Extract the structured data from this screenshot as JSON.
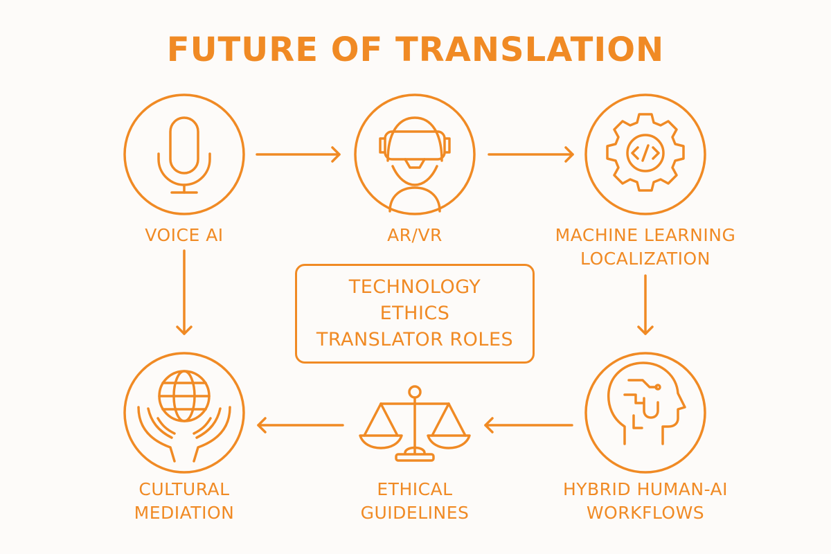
{
  "title": "FUTURE OF TRANSLATION",
  "accent_color": "#f08a24",
  "nodes": [
    {
      "id": "voice-ai",
      "icon": "microphone-icon",
      "label_lines": [
        "VOICE AI"
      ]
    },
    {
      "id": "ar-vr",
      "icon": "vr-headset-icon",
      "label_lines": [
        "AR/VR"
      ]
    },
    {
      "id": "machine-learning-localization",
      "icon": "gear-code-icon",
      "label_lines": [
        "MACHINE LEARNING",
        "LOCALIZATION"
      ]
    },
    {
      "id": "hybrid-human-ai-workflows",
      "icon": "human-head-circuit-icon",
      "label_lines": [
        "HYBRID HUMAN-AI",
        "WORKFLOWS"
      ]
    },
    {
      "id": "ethical-guidelines",
      "icon": "balance-scale-icon",
      "label_lines": [
        "ETHICAL",
        "GUIDELINES"
      ]
    },
    {
      "id": "cultural-mediation",
      "icon": "globe-in-hands-icon",
      "label_lines": [
        "CULTURAL",
        "MEDIATION"
      ]
    }
  ],
  "center": {
    "lines": [
      "TECHNOLOGY",
      "ETHICS",
      "TRANSLATOR ROLES"
    ]
  },
  "connections": [
    {
      "from": "voice-ai",
      "to": "ar-vr"
    },
    {
      "from": "ar-vr",
      "to": "machine-learning-localization"
    },
    {
      "from": "machine-learning-localization",
      "to": "hybrid-human-ai-workflows"
    },
    {
      "from": "hybrid-human-ai-workflows",
      "to": "ethical-guidelines"
    },
    {
      "from": "ethical-guidelines",
      "to": "cultural-mediation"
    },
    {
      "from": "voice-ai",
      "to": "cultural-mediation"
    }
  ]
}
